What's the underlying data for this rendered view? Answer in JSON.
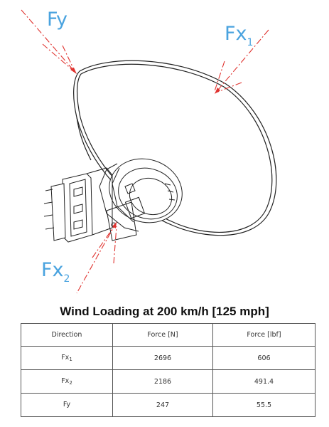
{
  "diagram": {
    "labels": {
      "fy": {
        "base": "Fy",
        "sub": ""
      },
      "fx1": {
        "base": "Fx",
        "sub": "1"
      },
      "fx2": {
        "base": "Fx",
        "sub": "2"
      }
    },
    "colors": {
      "label": "#4aa3df",
      "arrow": "#e0322e",
      "line": "#222222"
    },
    "icons": [
      "antenna-dish-illustration",
      "mounting-bracket-illustration"
    ]
  },
  "table": {
    "title": "Wind Loading at 200 km/h [125 mph]",
    "headers": [
      "Direction",
      "Force [N]",
      "Force [lbf]"
    ],
    "rows": [
      {
        "direction": "Fx",
        "sub": "1",
        "force_n": "2696",
        "force_lbf": "606"
      },
      {
        "direction": "Fx",
        "sub": "2",
        "force_n": "2186",
        "force_lbf": "491.4"
      },
      {
        "direction": "Fy",
        "sub": "",
        "force_n": "247",
        "force_lbf": "55.5"
      }
    ]
  }
}
